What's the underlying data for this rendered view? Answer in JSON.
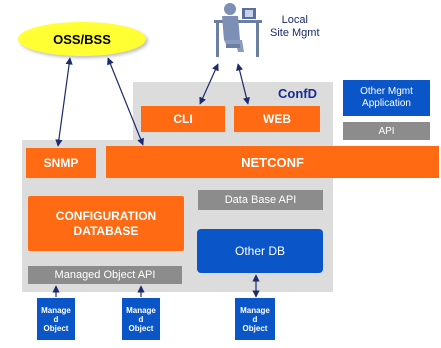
{
  "oss_bss": {
    "label": "OSS/BSS"
  },
  "local_site": {
    "line1": "Local",
    "line2": "Site Mgmt"
  },
  "confd": {
    "title": "ConfD",
    "cli_label": "CLI",
    "web_label": "WEB"
  },
  "other_mgmt": {
    "line1": "Other Mgmt",
    "line2": "Application",
    "api_label": "API"
  },
  "snmp_label": "SNMP",
  "netconf_label": "NETCONF",
  "database_api_label": "Data Base API",
  "config_db": {
    "line1": "CONFIGURATION",
    "line2": "DATABASE"
  },
  "other_db_label": "Other DB",
  "managed_object_api_label": "Managed Object API",
  "managed_objects": [
    {
      "line1": "Manage",
      "line2": "d",
      "line3": "Object"
    },
    {
      "line1": "Manage",
      "line2": "d",
      "line3": "Object"
    },
    {
      "line1": "Manage",
      "line2": "d",
      "line3": "Object"
    }
  ],
  "colors": {
    "orange": "#ff6a13",
    "blue": "#0a56c9",
    "grey_panel": "#dcdcdc",
    "grey_bar": "#8c8c8c",
    "yellow": "#ffff33",
    "arrow": "#1c2a6e"
  }
}
